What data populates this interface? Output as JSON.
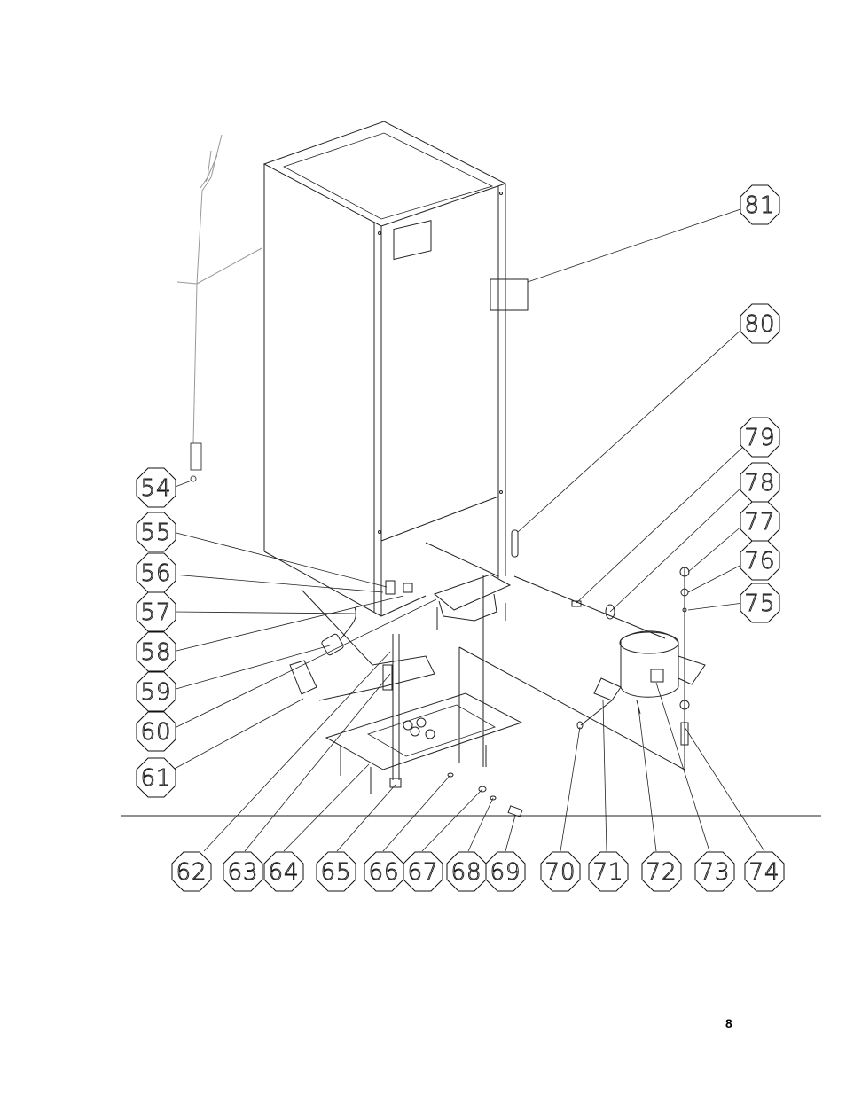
{
  "page_number": "8",
  "callouts": [
    "54",
    "55",
    "56",
    "57",
    "58",
    "59",
    "60",
    "61",
    "62",
    "63",
    "64",
    "65",
    "66",
    "67",
    "68",
    "69",
    "70",
    "71",
    "72",
    "73",
    "74",
    "75",
    "76",
    "77",
    "78",
    "79",
    "80",
    "81"
  ]
}
